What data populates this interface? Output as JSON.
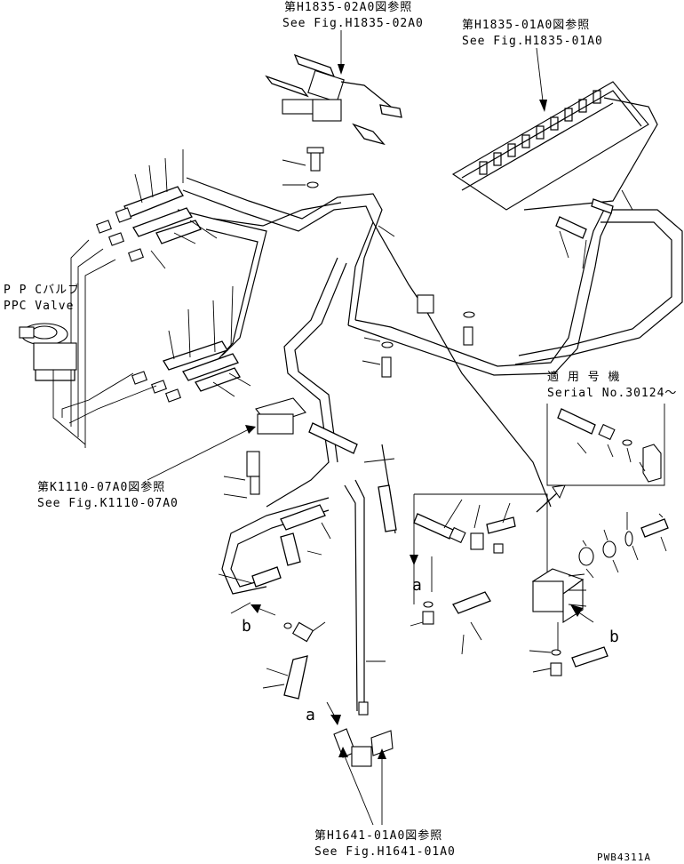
{
  "labels": {
    "ref_h1835_02_jp": "第H1835-02A0図参照",
    "ref_h1835_02_en": "See Fig.H1835-02A0",
    "ref_h1835_01_jp": "第H1835-01A0図参照",
    "ref_h1835_01_en": "See Fig.H1835-01A0",
    "ppc_jp": "P P Cバルブ",
    "ppc_en": "PPC Valve",
    "ref_k1110_jp": "第K1110-07A0図参照",
    "ref_k1110_en": "See Fig.K1110-07A0",
    "serial_jp": "適 用 号 機",
    "serial_en": "Serial No.30124～",
    "ref_h1641_jp": "第H1641-01A0図参照",
    "ref_h1641_en": "See Fig.H1641-01A0",
    "drawing_no": "PWB4311A"
  },
  "refs": {
    "a_left": "a",
    "a_right": "a",
    "b_left": "b",
    "b_right": "b"
  },
  "colors": {
    "line": "#000000",
    "background": "#ffffff"
  }
}
